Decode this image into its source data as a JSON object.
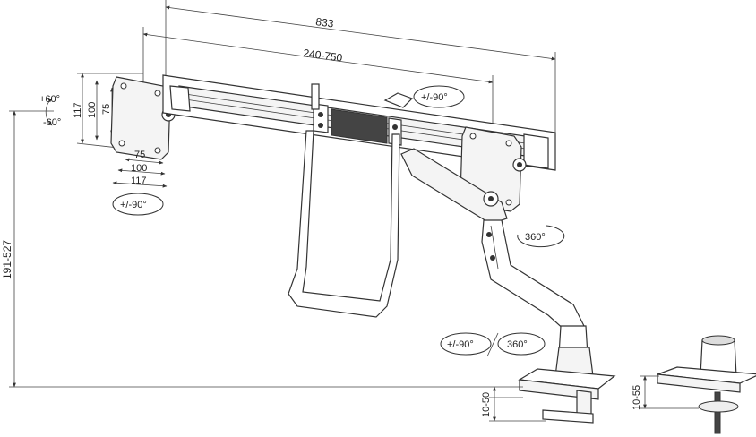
{
  "dimensions": {
    "total_width": "833",
    "rail_range": "240-750",
    "vesa_h_117": "117",
    "vesa_h_100": "100",
    "vesa_h_75": "75",
    "vesa_w_75": "75",
    "vesa_w_100": "100",
    "vesa_w_117": "117",
    "height_range": "191-527",
    "clamp_range": "10-50",
    "grommet_range": "10-55"
  },
  "rotations": {
    "tilt_up": "+60°",
    "tilt_down": "-60°",
    "monitor_rotate": "+/-90°",
    "arm_swivel": "360°",
    "rail_rotate": "+/-90°",
    "base_rotate": "+/-90°",
    "base_swivel": "360°"
  },
  "colors": {
    "line": "#333333",
    "fill": "#f4f4f4",
    "dark": "#444444"
  }
}
